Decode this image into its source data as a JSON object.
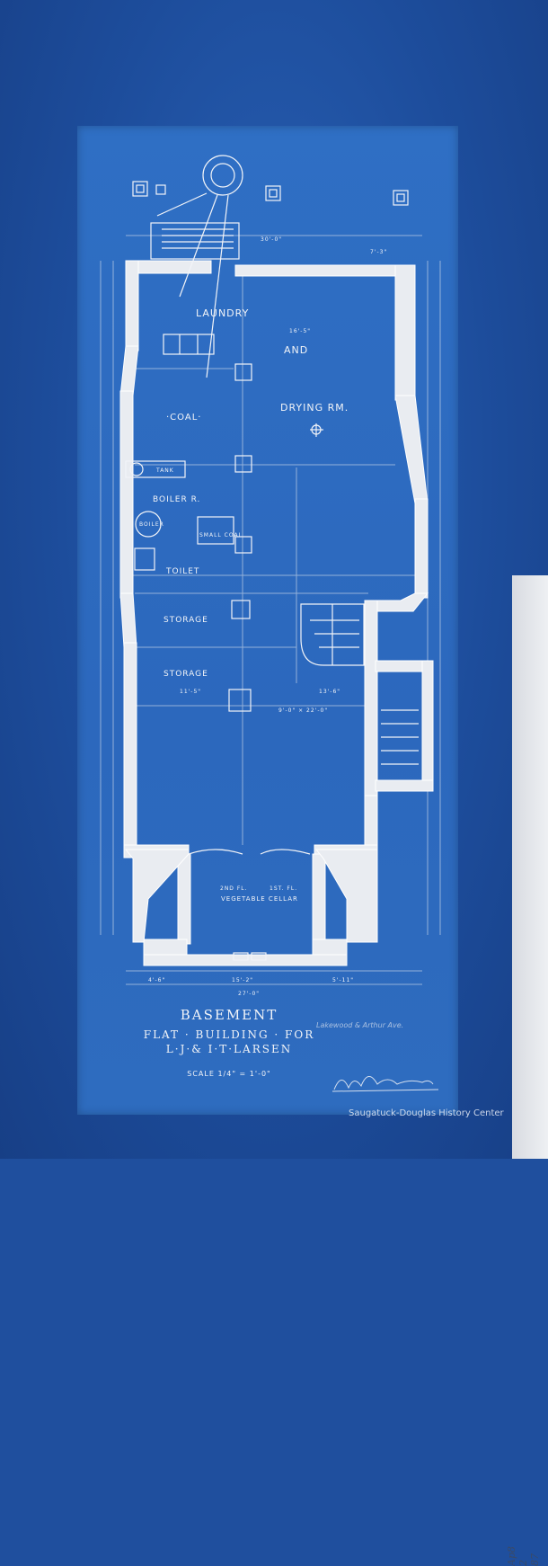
{
  "rooms": {
    "laundry": "LAUNDRY",
    "and": "AND",
    "drying": "DRYING RM.",
    "coal": "·COAL·",
    "tank": "TANK",
    "boiler_r": "BOILER R.",
    "boiler": "BOILER",
    "small_coal": "SMALL COAL",
    "toilet": "TOILET",
    "storage_1": "STORAGE",
    "storage_2": "STORAGE",
    "vegetable_cellar": "VEGETABLE CELLAR",
    "first_fl": "1ST. FL.",
    "second_fl": "2ND FL."
  },
  "dimensions": {
    "top_width": "30'-0\"",
    "top_right": "7'-3\"",
    "laundry_width": "16'-5\"",
    "storage_width": "11'-5\"",
    "hall_width": "13'-6\"",
    "mid": "9'-0\" × 22'-0\"",
    "bottom_left": "4'-6\"",
    "bottom_mid": "15'-2\"",
    "bottom_right": "5'-11\"",
    "bottom_total": "27'-0\""
  },
  "title": {
    "line1": "BASEMENT",
    "line2": "FLAT · BUILDING · FOR",
    "line3": "L·J·& I·T·LARSEN",
    "scale": "SCALE 1/4\" = 1'-0\""
  },
  "signature_block": {
    "address": "Lakewood & Arthur Ave."
  },
  "edge_note": "Ap8 2 87",
  "credit": "Saugatuck-Douglas History Center",
  "colors": {
    "blueprint": "#2c68bd",
    "line": "#f2f4f8",
    "wall_fill": "#e9ecf1"
  }
}
